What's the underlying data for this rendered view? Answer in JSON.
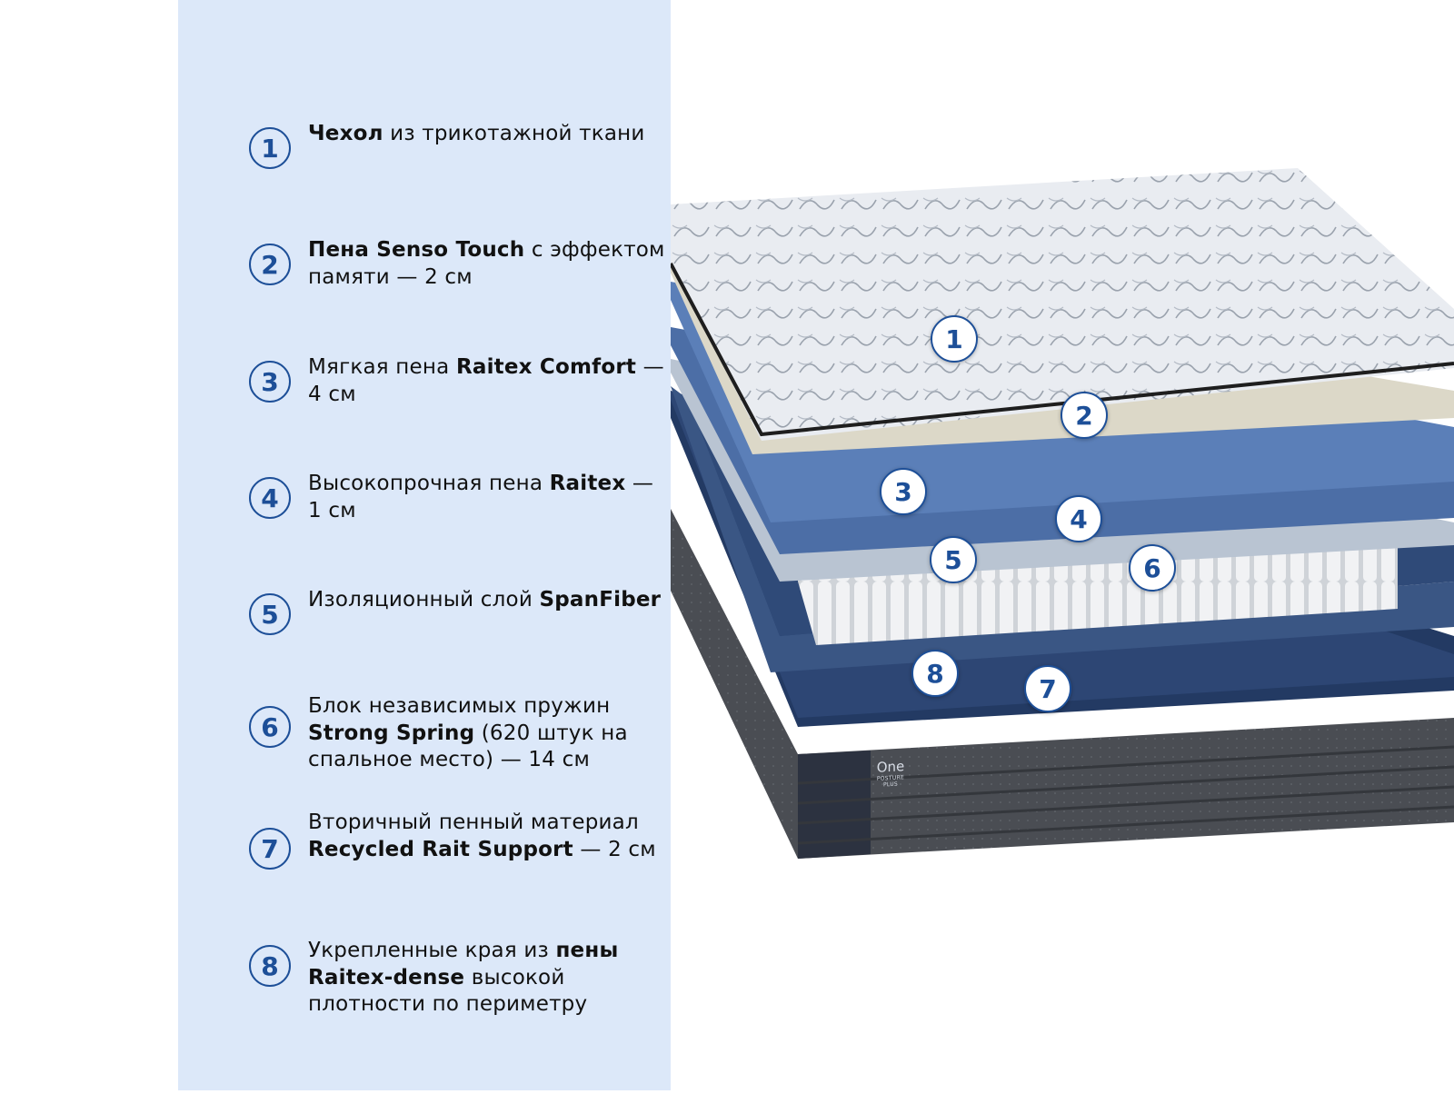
{
  "legend": [
    {
      "num": "1",
      "parts": [
        {
          "t": "Чехол",
          "b": true
        },
        {
          "t": " из трикотажной ткани",
          "b": false
        }
      ]
    },
    {
      "num": "2",
      "parts": [
        {
          "t": "Пена Senso Touch",
          "b": true
        },
        {
          "t": " с эффектом памяти — 2 см",
          "b": false
        }
      ]
    },
    {
      "num": "3",
      "parts": [
        {
          "t": "Мягкая пена ",
          "b": false
        },
        {
          "t": "Raitex Comfort",
          "b": true
        },
        {
          "t": " — 4 см",
          "b": false
        }
      ]
    },
    {
      "num": "4",
      "parts": [
        {
          "t": "Высокопрочная пена ",
          "b": false
        },
        {
          "t": "Raitex",
          "b": true
        },
        {
          "t": " — 1 см",
          "b": false
        }
      ]
    },
    {
      "num": "5",
      "parts": [
        {
          "t": "Изоляционный слой ",
          "b": false
        },
        {
          "t": "SpanFiber",
          "b": true
        }
      ]
    },
    {
      "num": "6",
      "parts": [
        {
          "t": "Блок независимых пружин ",
          "b": false
        },
        {
          "t": "Strong Spring",
          "b": true
        },
        {
          "t": " (620 штук на спальное место) — 14 см",
          "b": false
        }
      ]
    },
    {
      "num": "7",
      "parts": [
        {
          "t": "Вторичный пенный материал ",
          "b": false
        },
        {
          "t": "Recycled Rait Support",
          "b": true
        },
        {
          "t": " — 2 см",
          "b": false
        }
      ]
    },
    {
      "num": "8",
      "parts": [
        {
          "t": "Укрепленные края из ",
          "b": false
        },
        {
          "t": "пены Raitex-dense",
          "b": true
        },
        {
          "t": " высокой плотности по периметру",
          "b": false
        }
      ]
    }
  ],
  "markers": [
    "1",
    "2",
    "3",
    "4",
    "5",
    "6",
    "7",
    "8"
  ],
  "logo": {
    "brand": "One",
    "line1": "POSTURE",
    "line2": "PLUS"
  },
  "colors": {
    "panel": "#dce8f9",
    "accent": "#1d4f98",
    "text": "#111111"
  }
}
